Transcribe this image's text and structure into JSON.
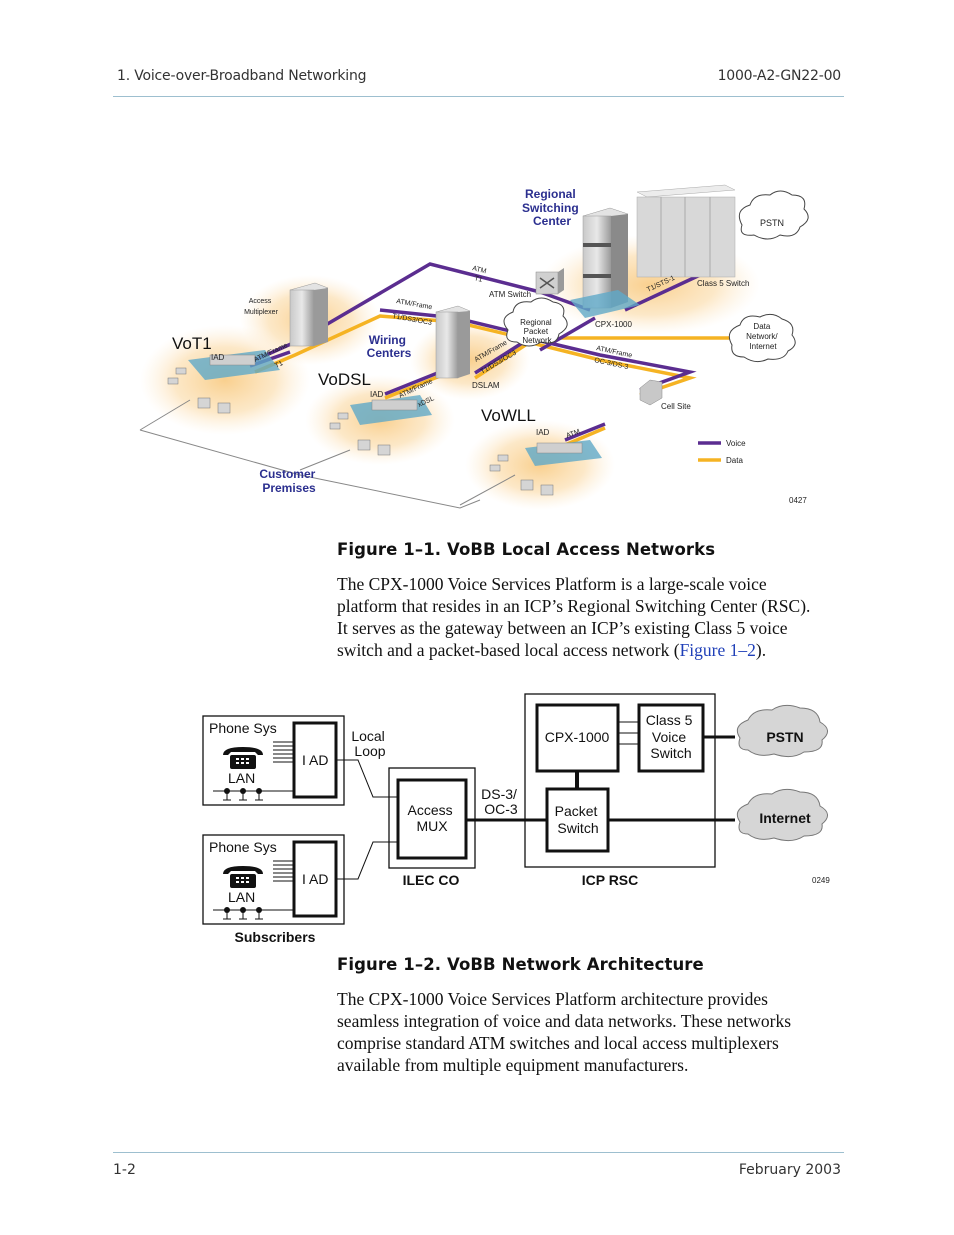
{
  "header": {
    "chapter": "1. Voice-over-Broadband Networking",
    "doc_number": "1000-A2-GN22-00"
  },
  "footer": {
    "page": "1-2",
    "date": "February 2003"
  },
  "colors": {
    "voice_line": "#5b2d90",
    "data_line": "#f5b323",
    "heading_blue": "#2b2f8f",
    "rule": "#9dbfcf",
    "link": "#1f3fb8",
    "glow": "#fbd9a3",
    "iad_pad": "#5fa9c8"
  },
  "figure1": {
    "caption": "Figure 1–1.  VoBB Local Access Networks",
    "labels": {
      "regional_switching_center": [
        "Regional",
        "Switching",
        "Center"
      ],
      "wiring_centers": [
        "Wiring",
        "Centers"
      ],
      "customer_premises": [
        "Customer",
        "Premises"
      ],
      "pstn": "PSTN",
      "class5_switch": "Class 5 Switch",
      "cpx1000": "CPX-1000",
      "atm_switch": "ATM Switch",
      "regional_packet_network": [
        "Regional",
        "Packet",
        "Network"
      ],
      "data_network": [
        "Data",
        "Network/",
        "Internet"
      ],
      "access_multiplexer": [
        "Access",
        "Multiplexer"
      ],
      "dslam": "DSLAM",
      "cell_site": "Cell Site",
      "vot1": "VoT1",
      "vodsl": "VoDSL",
      "vowll": "VoWLL",
      "iad": "IAD",
      "link_atm_t1_top": [
        "ATM",
        "T1"
      ],
      "link_atmframe_t1": [
        "ATM/Frame",
        "T1"
      ],
      "link_atmframe_t1ds3oc3_a": [
        "ATM/Frame",
        "T1/DS3/OC3"
      ],
      "link_atmframe_t1ds3oc3_b": [
        "ATM/Frame",
        "T1/DS3/OC3"
      ],
      "link_atmframe_xdsl": [
        "ATM/Frame",
        "xDSL"
      ],
      "link_atmframe_oc3ds3": [
        "ATM/Frame",
        "OC-3/DS-3"
      ],
      "link_t1sts1": "T1/STS-1",
      "link_atm_wll": "ATM",
      "figure_id": "0427"
    },
    "legend": [
      {
        "label": "Voice",
        "color": "#5b2d90"
      },
      {
        "label": "Data",
        "color": "#f5b323"
      }
    ]
  },
  "paragraph1": {
    "lines": [
      "The CPX-1000 Voice Services Platform is a large-scale voice",
      "platform that resides in an ICP’s Regional Switching Center (RSC).",
      "It serves as the gateway between an ICP’s existing Class 5 voice"
    ],
    "last_line_prefix": "switch and a packet-based local access network (",
    "link_text": "Figure 1–2",
    "last_line_suffix": ")."
  },
  "figure2": {
    "caption": "Figure 1–2.  VoBB Network Architecture",
    "subscribers": [
      {
        "phone_label": "Phone Sys",
        "lan_label": "LAN",
        "iad_label": "I AD"
      },
      {
        "phone_label": "Phone Sys",
        "lan_label": "LAN",
        "iad_label": "I AD"
      }
    ],
    "subscribers_label": "Subscribers",
    "local_loop_label": [
      "Local",
      "Loop"
    ],
    "access_mux_label": [
      "Access",
      "MUX"
    ],
    "ilec_co_label": "ILEC CO",
    "trunk_label": [
      "DS-3/",
      "OC-3"
    ],
    "cpx_label": "CPX-1000",
    "class5_label": [
      "Class 5",
      "Voice",
      "Switch"
    ],
    "packet_switch_label": [
      "Packet",
      "Switch"
    ],
    "icp_rsc_label": "ICP RSC",
    "pstn_label": "PSTN",
    "internet_label": "Internet",
    "figure_id": "0249"
  },
  "paragraph2": {
    "lines": [
      "The CPX-1000 Voice Services Platform architecture provides",
      "seamless integration of voice and data networks. These networks",
      "comprise standard ATM switches and local access multiplexers",
      "available from multiple equipment manufacturers."
    ]
  }
}
